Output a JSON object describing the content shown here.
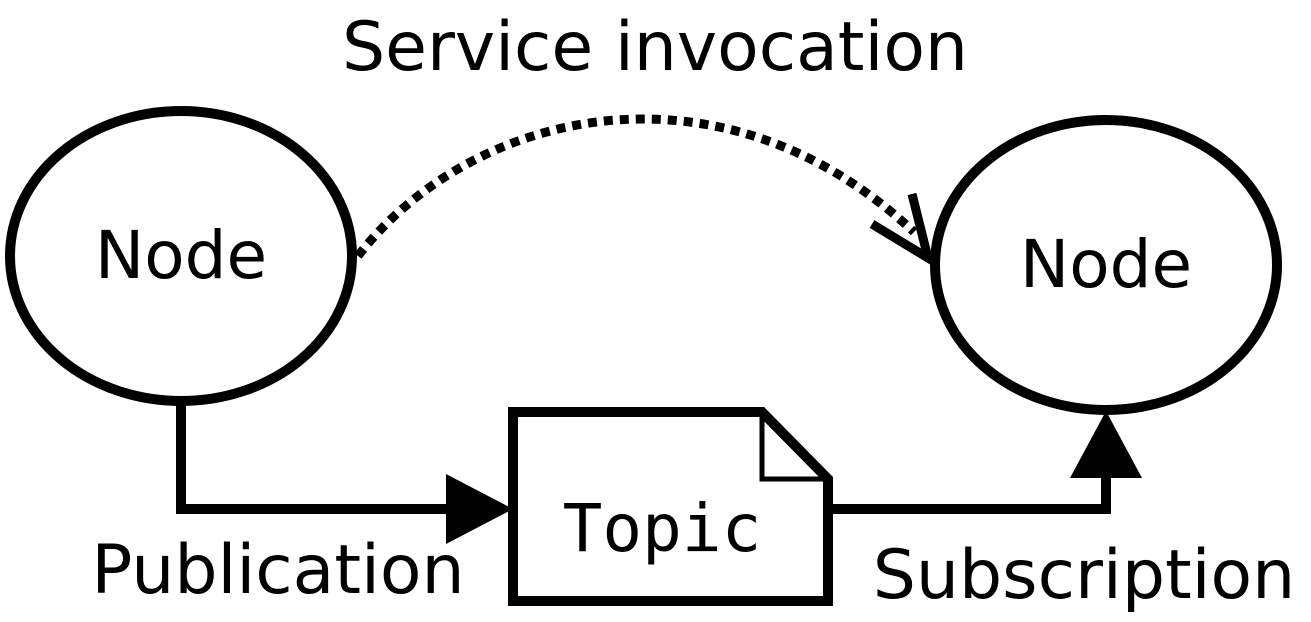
{
  "diagram": {
    "left_node": {
      "label": "Node"
    },
    "right_node": {
      "label": "Node"
    },
    "topic": {
      "label": "Topic"
    },
    "edges": {
      "service": {
        "label": "Service invocation",
        "style": "dotted"
      },
      "publication": {
        "label": "Publication",
        "style": "solid"
      },
      "subscription": {
        "label": "Subscription",
        "style": "solid"
      }
    }
  },
  "colors": {
    "stroke": "#000000",
    "background": "#ffffff"
  }
}
